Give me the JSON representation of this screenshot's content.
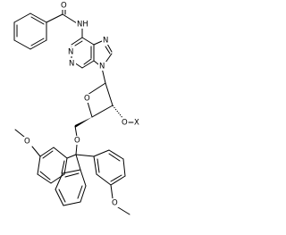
{
  "molecule": {
    "atom_labels": {
      "benzoyl_oxygen": "O",
      "amide_nitrogen": "NH",
      "purine_n1": "N",
      "purine_n3": "N",
      "purine_n7": "N",
      "purine_n9": "N",
      "ring_oxygen": "O",
      "ether_oxygen": "O",
      "phosphite_oxygen": "O",
      "x_group": "X",
      "methoxy_left_oxygen": "O",
      "methoxy_left_group": "",
      "methoxy_right_oxygen": "O"
    }
  }
}
